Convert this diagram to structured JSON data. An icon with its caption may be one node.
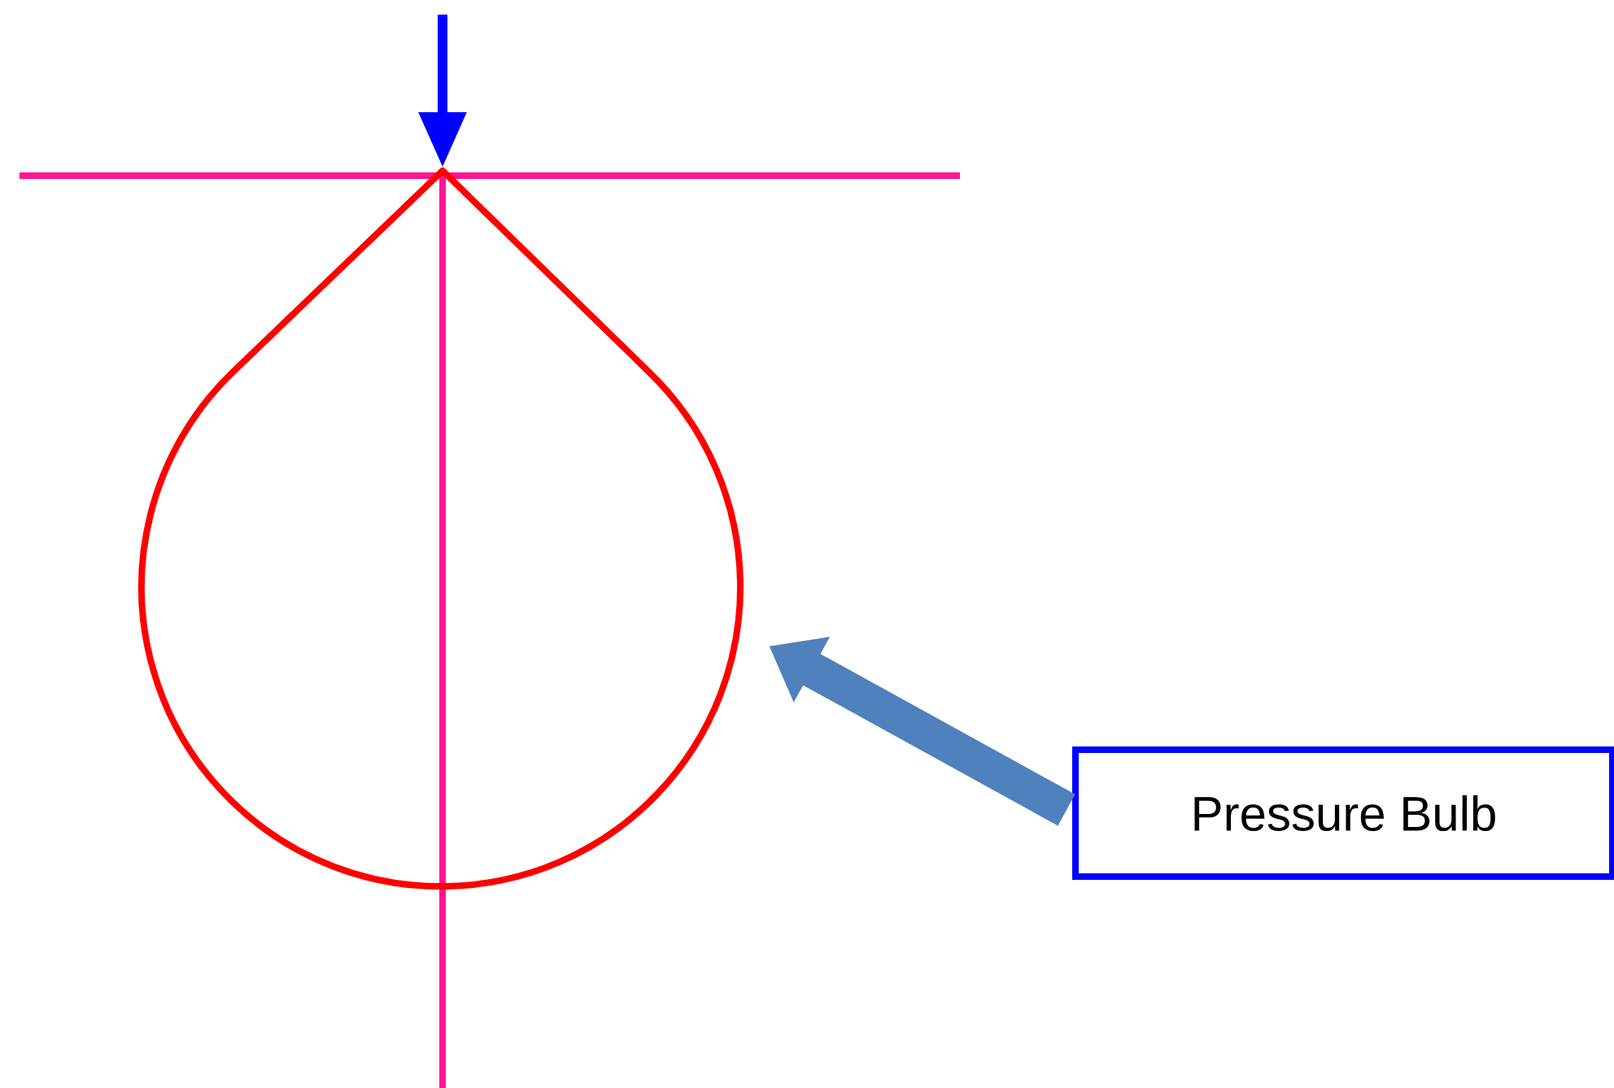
{
  "diagram": {
    "nodes": [
      {
        "text": [
          "Pressure Bulb"
        ]
      },
      {
        "text": [],
        "shape": "drop"
      }
    ],
    "edges": [
      {
        "from": 0,
        "to": 1,
        "arrow": "to",
        "color": "#4f81bd"
      }
    ]
  }
}
